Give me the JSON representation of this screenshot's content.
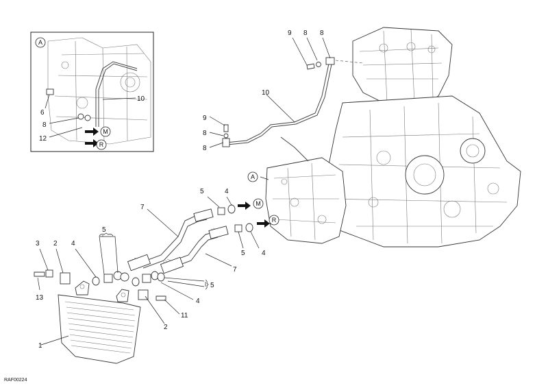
{
  "diagram": {
    "drawing_code": "RAF00224",
    "callouts": [
      {
        "id": "c1",
        "text": "1"
      },
      {
        "id": "c2a",
        "text": "2"
      },
      {
        "id": "c2b",
        "text": "2"
      },
      {
        "id": "c3",
        "text": "3"
      },
      {
        "id": "c4a",
        "text": "4"
      },
      {
        "id": "c4b",
        "text": "4"
      },
      {
        "id": "c4c",
        "text": "4"
      },
      {
        "id": "c4d",
        "text": "4"
      },
      {
        "id": "c5a",
        "text": "5"
      },
      {
        "id": "c5b",
        "text": "5"
      },
      {
        "id": "c5c",
        "text": "5"
      },
      {
        "id": "c5d",
        "text": "5"
      },
      {
        "id": "c7a",
        "text": "7"
      },
      {
        "id": "c7b",
        "text": "7"
      },
      {
        "id": "c8a",
        "text": "8"
      },
      {
        "id": "c8b",
        "text": "8"
      },
      {
        "id": "c8c",
        "text": "8"
      },
      {
        "id": "c8d",
        "text": "8"
      },
      {
        "id": "c9a",
        "text": "9"
      },
      {
        "id": "c9b",
        "text": "9"
      },
      {
        "id": "c10a",
        "text": "10"
      },
      {
        "id": "c11",
        "text": "11"
      },
      {
        "id": "c13",
        "text": "13"
      }
    ],
    "inset": {
      "label": "A",
      "callouts": [
        {
          "id": "i6",
          "text": "6"
        },
        {
          "id": "i8",
          "text": "8"
        },
        {
          "id": "i10",
          "text": "10"
        },
        {
          "id": "i12",
          "text": "12"
        }
      ],
      "arrows": [
        {
          "id": "iM",
          "text": "M"
        },
        {
          "id": "iR",
          "text": "R"
        }
      ]
    },
    "main_markers": {
      "detail_ref": "A",
      "arrow_m": "M",
      "arrow_r": "R"
    }
  }
}
